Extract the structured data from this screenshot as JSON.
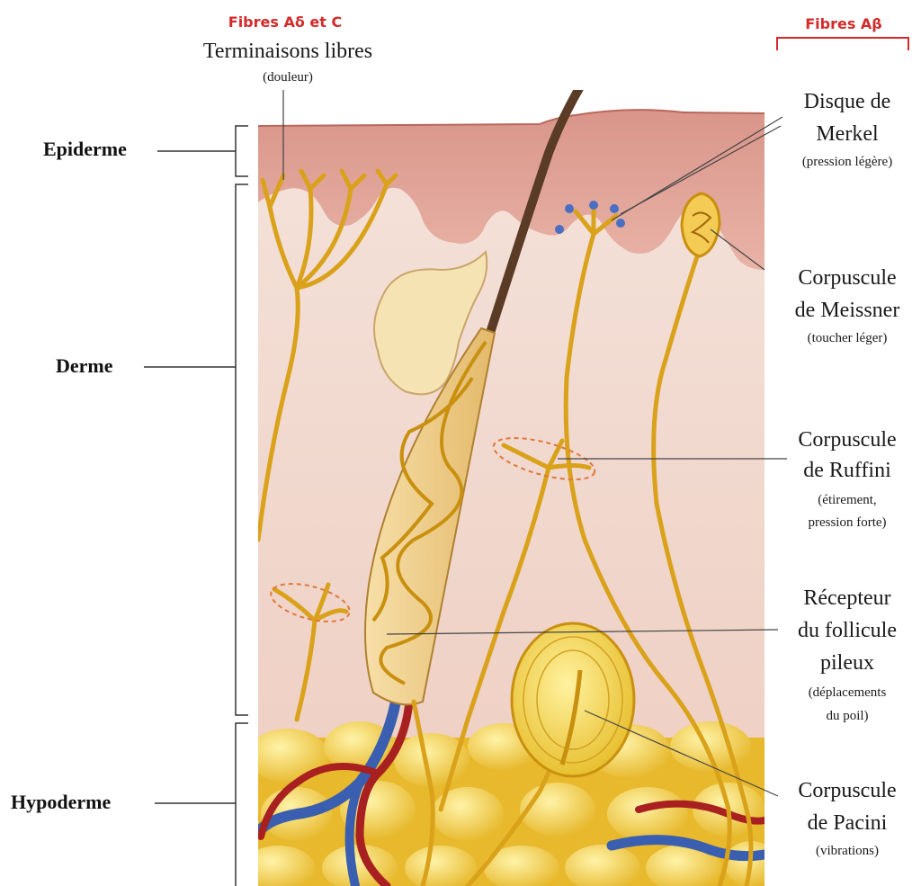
{
  "headers": {
    "left_fibers": "Fibres Aδ et C",
    "right_fibers": "Fibres Aβ"
  },
  "layers": {
    "epidermis": "Epiderme",
    "dermis": "Derme",
    "hypodermis": "Hypoderme"
  },
  "receptors": {
    "free_endings": {
      "name": "Terminaisons libres",
      "function": "(douleur)"
    },
    "merkel": {
      "name_1": "Disque de",
      "name_2": "Merkel",
      "function": "(pression légère)"
    },
    "meissner": {
      "name_1": "Corpuscule",
      "name_2": "de Meissner",
      "function": "(toucher léger)"
    },
    "ruffini": {
      "name_1": "Corpuscule",
      "name_2": "de Ruffini",
      "function_1": "(étirement,",
      "function_2": "pression forte)"
    },
    "follicle": {
      "name_1": "Récepteur",
      "name_2": "du follicule",
      "name_3": "pileux",
      "function_1": "(déplacements",
      "function_2": "du poil)"
    },
    "pacini": {
      "name_1": "Corpuscule",
      "name_2": "de Pacini",
      "function": "(vibrations)"
    }
  }
}
